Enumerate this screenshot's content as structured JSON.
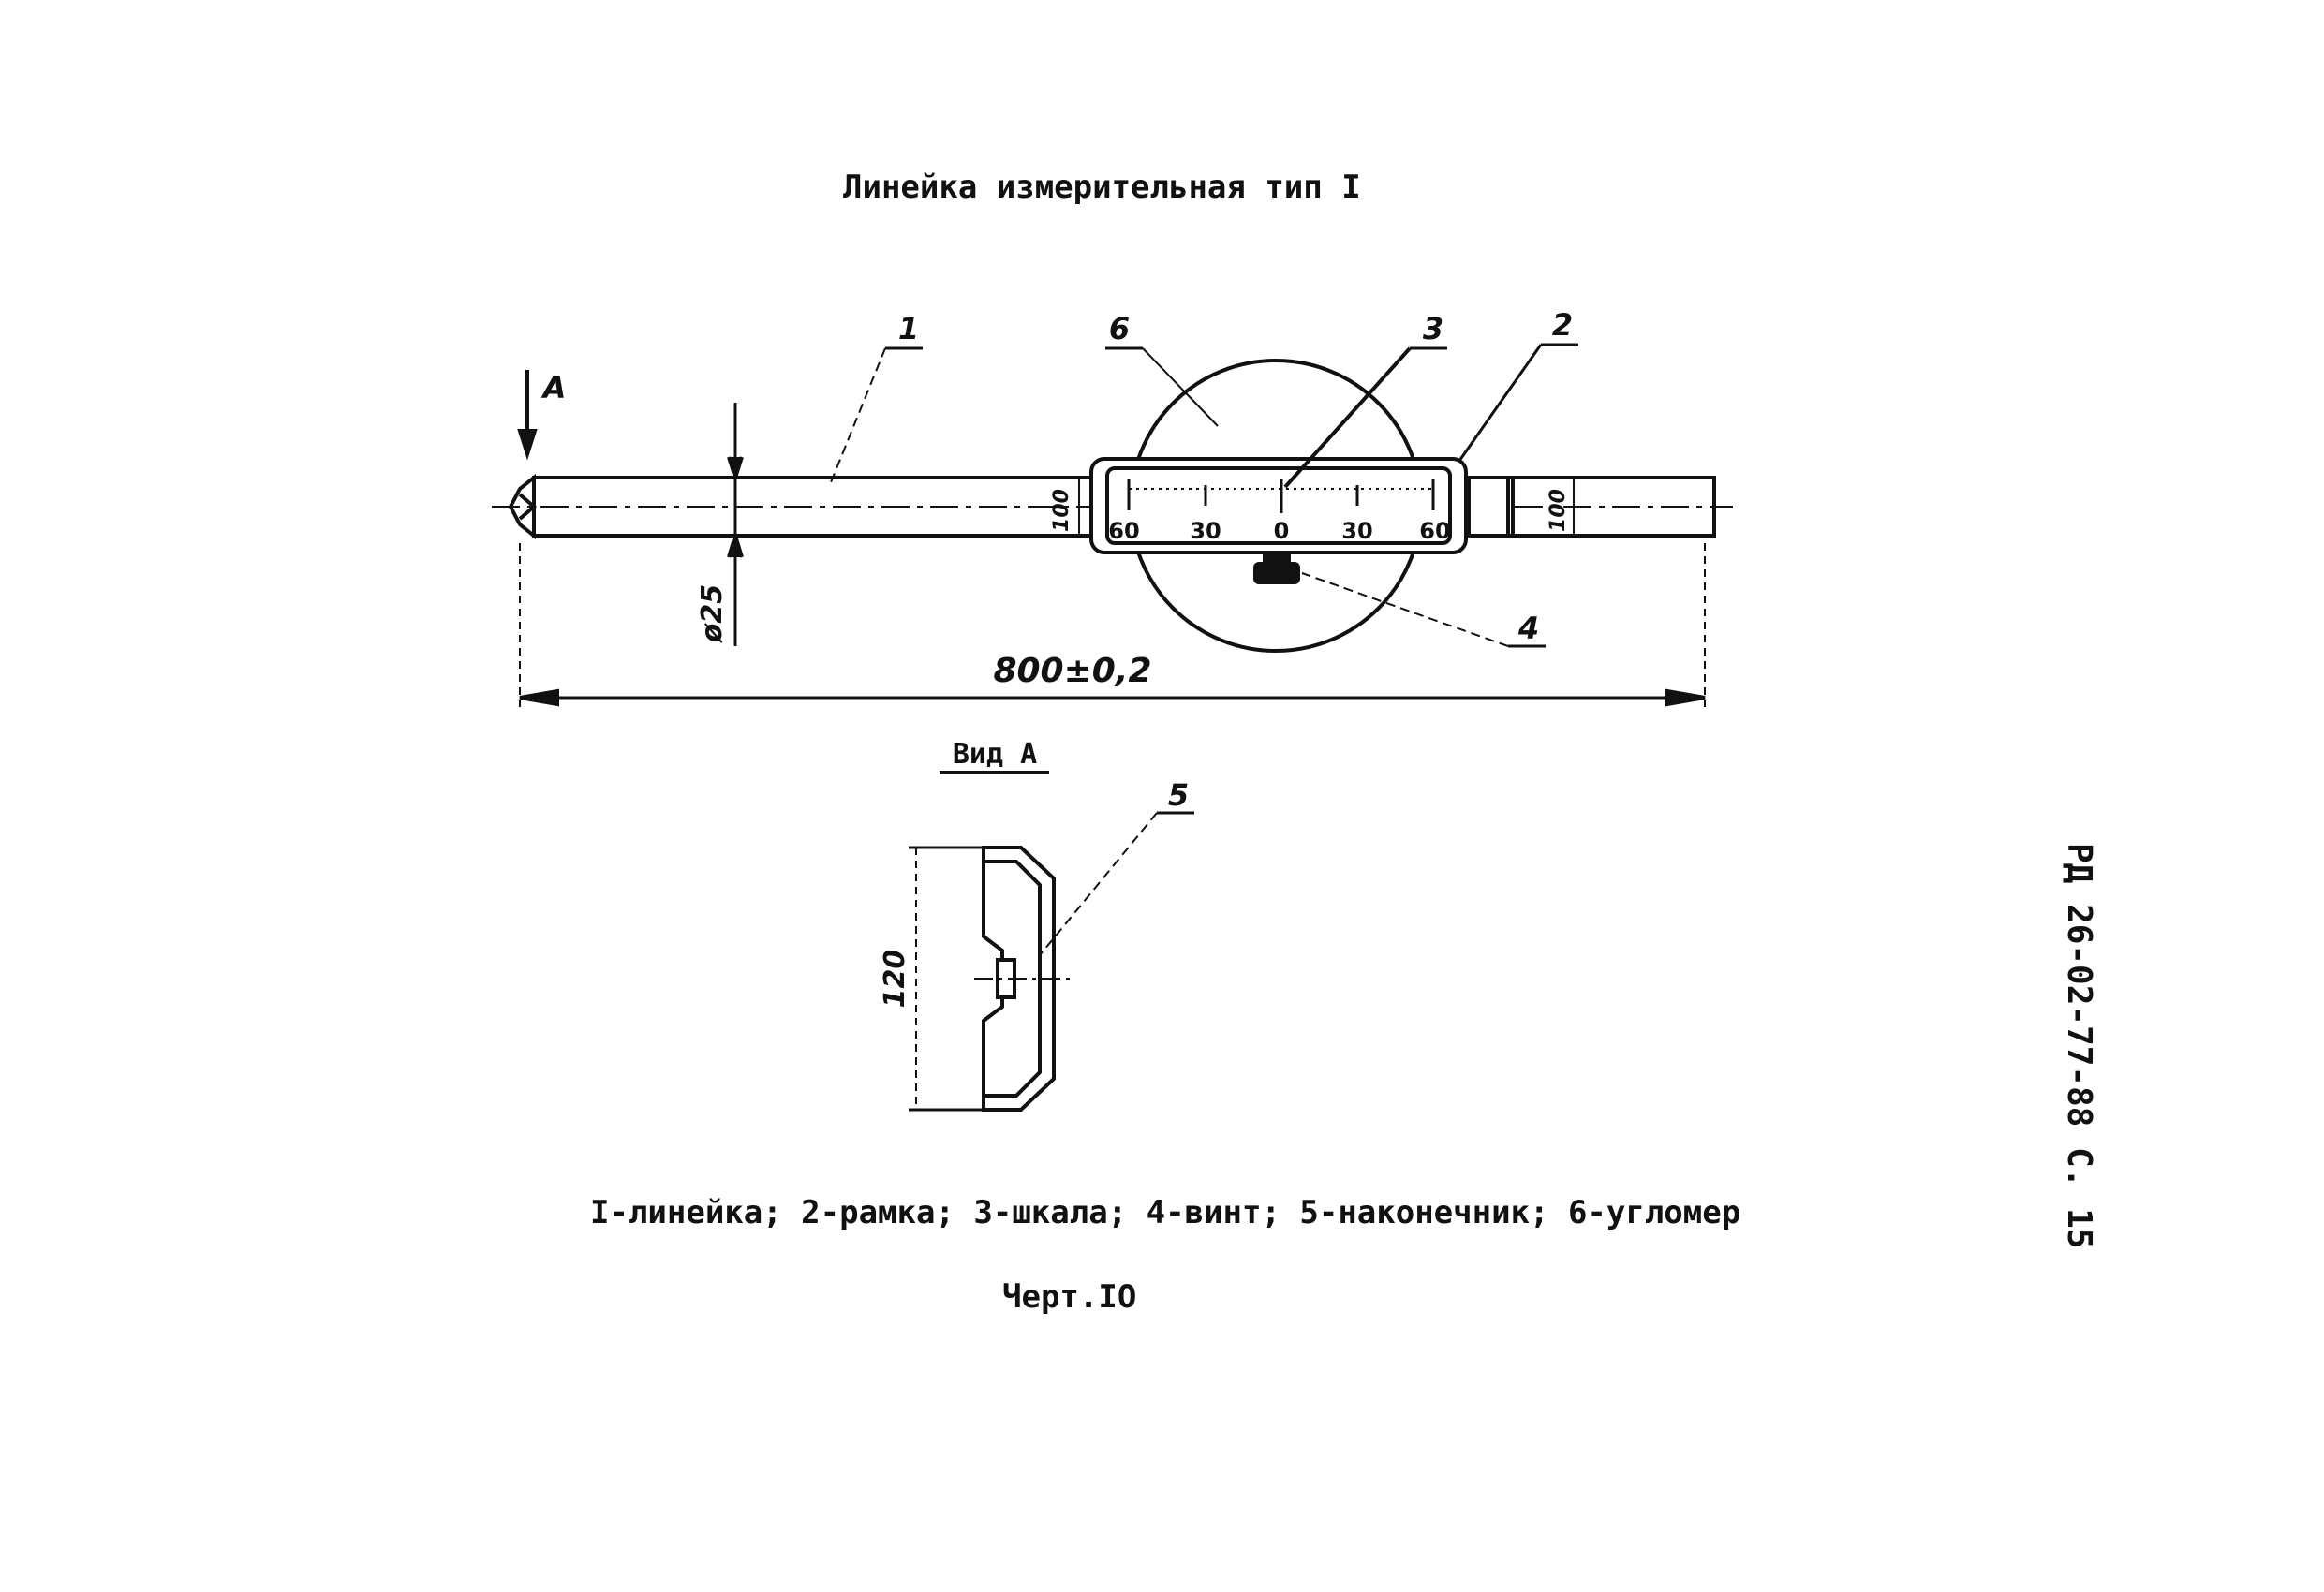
{
  "title": "Линейка измерительная тип I",
  "view_label": "Вид А",
  "view_arrow_label": "А",
  "callouts": {
    "c1": "1",
    "c2": "2",
    "c3": "3",
    "c4": "4",
    "c5": "5",
    "c6": "6"
  },
  "dimensions": {
    "length": "800±0,2",
    "diameter": "ø25",
    "height_left": "100",
    "height_right": "100",
    "tip_height": "120"
  },
  "scale_ticks": [
    "60",
    "30",
    "0",
    "30",
    "60"
  ],
  "legend": "I-линейка; 2-рамка; 3-шкала; 4-винт; 5-наконечник; 6-угломер",
  "figure_caption": "Черт.IO",
  "document_code": "РД 26-02-77-88 С. 15"
}
